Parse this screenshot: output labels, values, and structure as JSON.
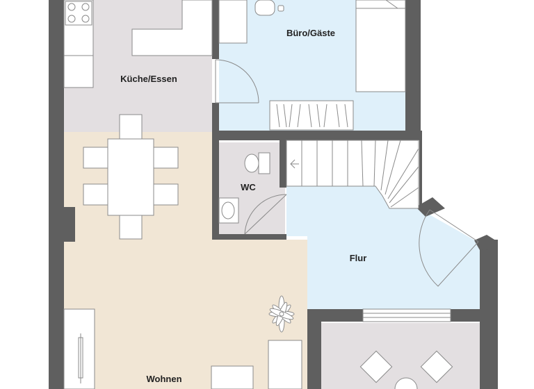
{
  "rooms": {
    "kitchen": {
      "label": "Küche/Essen",
      "color": "#e3dfe1"
    },
    "office": {
      "label": "Büro/Gäste",
      "color": "#dff0fa"
    },
    "wc": {
      "label": "WC",
      "color": "#e3dfe1"
    },
    "hall": {
      "label": "Flur",
      "color": "#dff0fa"
    },
    "living": {
      "label": "Wohnen",
      "color": "#f1e6d5"
    },
    "terrace": {
      "color": "#e3dfe1"
    }
  },
  "colors": {
    "wall": "#5f5f5f",
    "line": "#8a8a8a",
    "furniture": "#ffffff"
  }
}
